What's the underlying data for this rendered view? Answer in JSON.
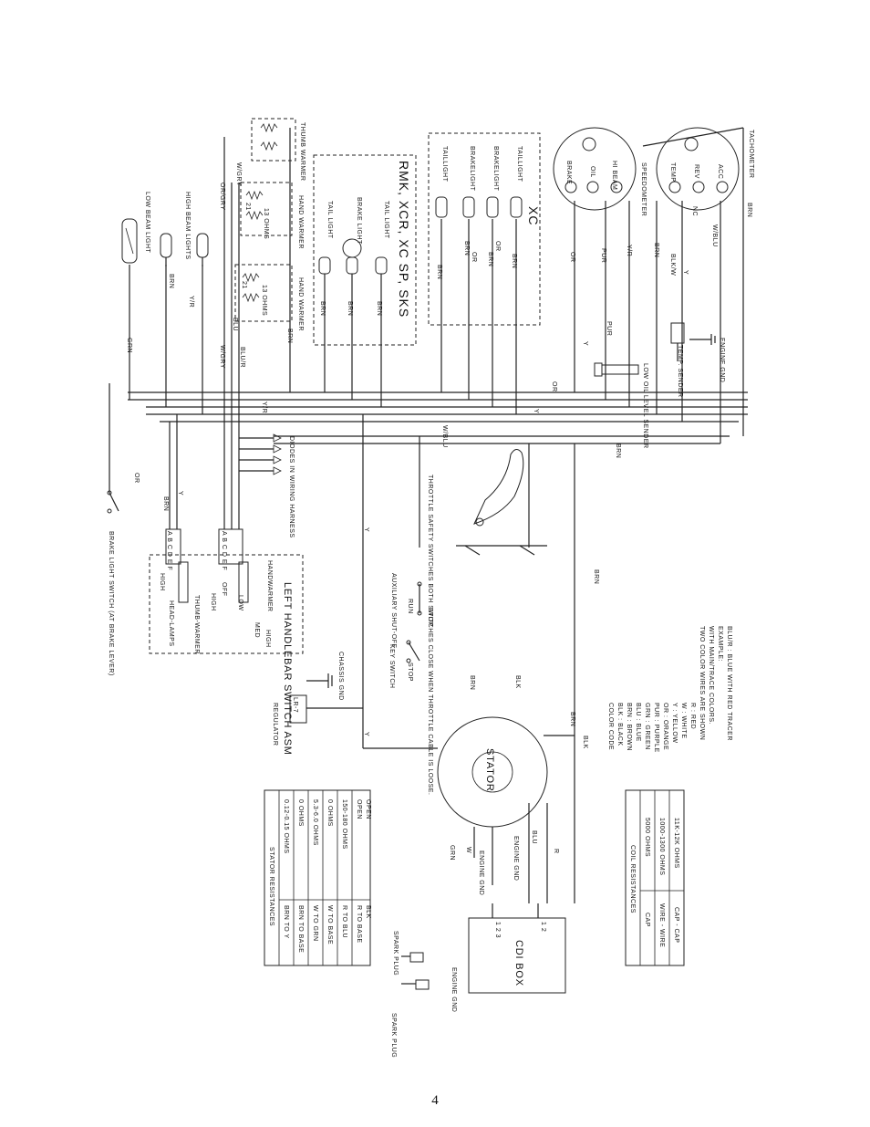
{
  "page_number": "4",
  "components": {
    "low_beam_light": "LOW BEAM LIGHT",
    "high_beam_lights": "HIGH BEAM LIGHTS",
    "thumb_warmer": "THUMB WARMER",
    "hand_warmer": "HAND WARMER",
    "resistor_21": "21",
    "resistor_13_ohms": "13 OHMS",
    "tail_light": "TAIL LIGHT",
    "brake_light": "BRAKE LIGHT",
    "model_group_1": "RMK, XCR, XC SP, SKS",
    "model_group_2": "XC",
    "taillight": "TAILLIGHT",
    "brakelight": "BRAKELIGHT",
    "speedometer": "SPEEDOMETER",
    "tachometer": "TACHOMETER",
    "gauge_brake": "BRAKE",
    "gauge_oil": "OIL",
    "gauge_hi_beam": "HI BEAM",
    "gauge_temp": "TEMP",
    "gauge_rev": "REV",
    "gauge_acc": "ACC",
    "gauge_nc": "NC",
    "low_oil_level_sender": "LOW OIL LEVEL SENDER",
    "temp_sender": "TEMP. SENDER",
    "engine_gnd": "ENGINE GND",
    "diodes": "DIODES IN WIRING HARNESS",
    "brake_light_switch": "BRAKE LIGHT SWITCH (AT BRAKE LEVER)",
    "handlebar_switch": "LEFT HANDLEBAR SWITCH ASM",
    "head_lamps": "HEAD-LAMPS",
    "thumb_warmer_sw": "THUMB-WARMER",
    "handwarmer_sw": "HANDWARMER",
    "high": "HIGH",
    "low": "LOW",
    "off": "OFF",
    "med": "MED",
    "throttle_note": "THROTTLE SAFETY SWITCHES BOTH SWITCHES CLOSE WHEN THROTTLE CABLE IS LOOSE.",
    "aux_shutoff": "AUXILIARY SHUT-OFF",
    "run": "RUN",
    "stop": "STOP",
    "key_switch": "KEY SWITCH",
    "regulator": "REGULATOR",
    "regulator_part": "LR-7",
    "chassis_gnd": "CHASSIS GND",
    "stator": "STATOR",
    "cdi_box": "CDI BOX",
    "spark_plug": "SPARK PLUG",
    "cdi_pins_a": "1 2 3",
    "cdi_pins_b": "1 2",
    "connector_letters": "A B C D E F"
  },
  "wires": {
    "brn": "BRN",
    "y": "Y",
    "yr": "Y/R",
    "blu": "BLU",
    "blur": "BLU/R",
    "wgry": "W/GRY",
    "orgry": "OR/GRY",
    "or": "OR",
    "wblu": "W/BLU",
    "pur": "PUR",
    "blkw": "BLK/W",
    "blk": "BLK",
    "grn": "GRN",
    "w": "W",
    "r": "R"
  },
  "color_code": {
    "title": "COLOR CODE",
    "entries": [
      "BLK : BLACK",
      "BRN : BROWN",
      "BLU : BLUE",
      "GRN : GREEN",
      "PUR : PURPLE",
      "OR : ORANGE",
      "Y : YELLOW",
      "W : WHITE",
      "R : RED",
      "TWO COLOR WIRES ARE SHOWN",
      "WITH MAIN/TRACE COLORS.",
      "EXAMPLE:",
      "BLU/R : BLUE WITH RED TRACER"
    ]
  },
  "stator_resistances": {
    "title": "STATOR RESISTANCES",
    "rows": [
      [
        "BRN TO Y",
        "0.12-0.15 OHMS"
      ],
      [
        "BRN TO BASE",
        "0 OHMS"
      ],
      [
        "W TO GRN",
        "5.3-6.0 OHMS"
      ],
      [
        "W TO BASE",
        "0 OHMS"
      ],
      [
        "R TO BLU",
        "150-180 OHMS"
      ],
      [
        "R TO BASE",
        "OPEN"
      ],
      [
        "BLK",
        "OPEN"
      ]
    ]
  },
  "coil_resistances": {
    "title": "COIL RESISTANCES",
    "rows": [
      [
        "CAP",
        "5000 OHMS"
      ],
      [
        "WIRE - WIRE",
        "1000-1300 OHMS"
      ],
      [
        "CAP - CAP",
        "11K-12K OHMS"
      ]
    ]
  }
}
